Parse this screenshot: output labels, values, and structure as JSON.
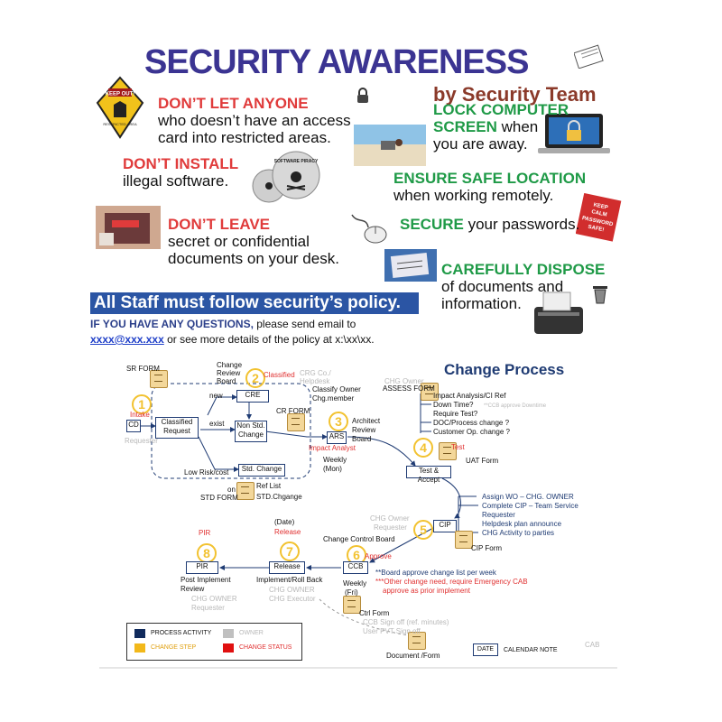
{
  "header": {
    "title": "SECURITY AWARENESS",
    "byline": "by Security Team"
  },
  "tips": {
    "t1_head": "DON’T LET ANYONE",
    "t1_l1": "who doesn’t have an access",
    "t1_l2": "card into restricted areas.",
    "t2_head": "DON’T INSTALL",
    "t2_l1": "illegal software.",
    "t3_head": "DON’T LEAVE",
    "t3_l1": "secret or confidential",
    "t3_l2": "documents on your desk.",
    "t4_head1": "LOCK COMPUTER",
    "t4_head2": "SCREEN",
    "t4_l1": " when",
    "t4_l2": "you are away.",
    "t5_head": "ENSURE SAFE LOCATION",
    "t5_l1": "when working remotely.",
    "t6_head": "SECURE",
    "t6_l1": " your passwords.",
    "t7_head": "CAREFULLY DISPOSE",
    "t7_l1": "of documents and",
    "t7_l2": "information."
  },
  "images": {
    "keepout_sign": "KEEP OUT!",
    "keepout_sub": "RESTRICTED AREA",
    "piracy_disc": "SOFTWARE PIRACY",
    "keepcalm_l1": "KEEP",
    "keepcalm_l2": "CALM",
    "keepcalm_l3": "PASSWORD",
    "keepcalm_l4": "SAFE!"
  },
  "policy": {
    "banner": "All Staff must follow security’s policy.",
    "questions_bold": "IF YOU HAVE ANY QUESTIONS,",
    "questions_rest": " please send email to",
    "email": "xxxx@xxx.xxx",
    "details": " or see more details of the policy at x:\\xx\\xx."
  },
  "process": {
    "title": "Change Process",
    "steps": [
      "1",
      "2",
      "3",
      "4",
      "5",
      "6",
      "7",
      "8"
    ],
    "boxes": {
      "cd": "CD",
      "classified": "Classified Request",
      "cre": "CRE",
      "nonstd": "Non Std. Change",
      "std": "Std. Change",
      "ars": "ARS",
      "test": "Test & Accept",
      "cip": "CIP",
      "ccb": "CCB",
      "release": "Release",
      "pir": "PIR"
    },
    "labels": {
      "sr_form": "SR FORM",
      "intake": "Intake",
      "requester": "Requester",
      "crb1": "Change",
      "crb2": "Review",
      "crb3": "Board",
      "classified": "Classified",
      "new": "new",
      "exist": "exist",
      "lowrisk": "Low Risk/cost",
      "crg": "CRG Co./",
      "helpdesk": "Helpdesk",
      "classify_owner": "Classify Owner",
      "chg_member": "Chg.member",
      "cr_form": "CR FORM",
      "arch1": "Architect",
      "arch2": "Review",
      "arch3": "Board",
      "impact": "Impact Analyst",
      "weekly": "Weekly",
      "mon": "(Mon)",
      "chg_owner": "CHG Owner",
      "assess": "ASSESS FORM",
      "a1": "Impact Analysis/CI Ref",
      "a2": "Down Time?",
      "a2b": "**CCB approve Downtime",
      "a3": "Require Test?",
      "a4": "DOC/Process change ?",
      "a5": "Customer Op. change ?",
      "test": "Test",
      "uat": "UAT Form",
      "ref_list": "Ref List",
      "std_form_on": "on",
      "std_form": "STD FORM",
      "std_chg": "STD.Chgange",
      "assign": "Assign WO – CHG. OWNER",
      "complete": "Complete CIP – Team Service",
      "req": "Requester",
      "helpplan": "Helpdesk plan announce",
      "chg_act": "CHG Activity to parties",
      "chg_owner2": "CHG Owner",
      "requester2": "Requester",
      "cip_form": "CIP Form",
      "ccb_board": "Change Control Board",
      "approve": "Approve",
      "b1": "**Board approve change list per week",
      "b2": "***Other change need, require Emergency CAB",
      "b3": "approve as prior implement",
      "weekly2": "Weekly",
      "fri": "(Fri)",
      "date": "(Date)",
      "release": "Release",
      "impl": "Implement/Roll Back",
      "r1": "CHG OWNER",
      "r2": "CHG Executor",
      "pir": "PIR",
      "post1": "Post Implement",
      "post2": "Review",
      "p1": "CHG OWNER",
      "p2": "Requester",
      "ctrl": "Ctrl Form",
      "c1": "CCB Sign off (ref. minutes)",
      "c2": "User PVT Sign off",
      "docform": "Document /Form",
      "cab": "CAB"
    },
    "legend": {
      "process": "PROCESS ACTIVITY",
      "owner": "OWNER",
      "step": "CHANGE STEP",
      "status": "CHANGE STATUS",
      "date": "DATE",
      "calendar": "CALENDAR NOTE"
    }
  }
}
